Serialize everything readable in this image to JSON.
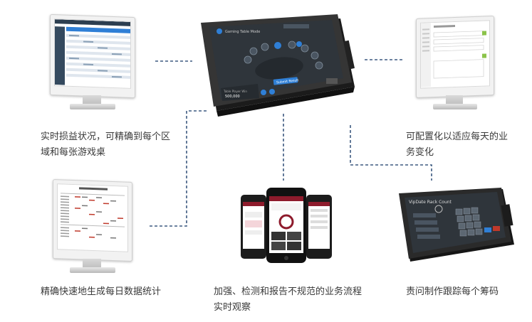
{
  "captions": {
    "realtime_pnl": "实时损益状况，可精确到每个区域和每张游戏桌",
    "realtime_pnl_line1": "实时损益状况，可精确到每个区",
    "realtime_pnl_line2": "域和每张游戏桌",
    "configurable_line1": "可配置化以适应每天的业",
    "configurable_line2": "务变化",
    "reports": "精确快速地生成每日数据统计",
    "monitoring_line1": "加强、检测和报告不规范的业务流程",
    "monitoring_line2": "实时观察",
    "tracking": "责问制作跟踪每个筹码"
  },
  "center_tablet": {
    "title": "Gaming Table Mode",
    "confirm_button": "Submit Result",
    "bottom_label": "Table Player Win",
    "bottom_value": "500,000"
  },
  "chip_tablet": {
    "title": "VipDate Rack Count"
  },
  "colors": {
    "dash": "#3d5a80",
    "device_dark": "#2b2b2b",
    "screen_dark": "#2f353b",
    "accent_blue": "#2f7fd6",
    "accent_red": "#c0392b"
  }
}
